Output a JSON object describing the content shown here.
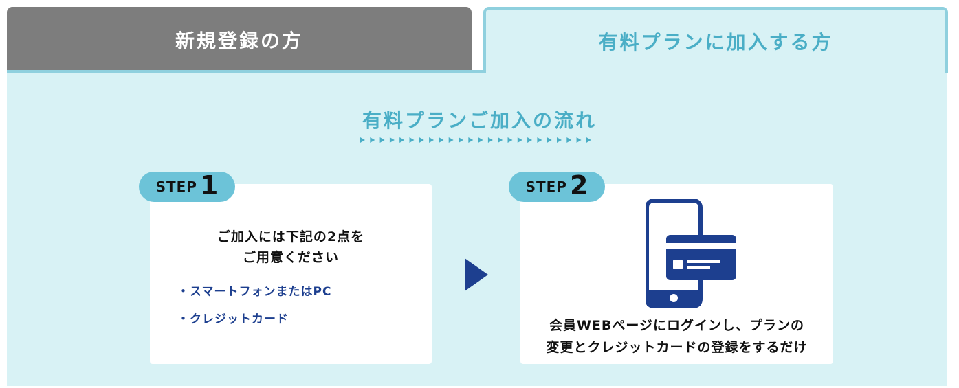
{
  "tabs": {
    "new_registration": "新規登録の方",
    "paid_plan": "有料プランに加入する方"
  },
  "flow": {
    "title": "有料プランご加入の流れ"
  },
  "steps": [
    {
      "word": "STEP",
      "number": "1",
      "lines": [
        "ご加入には下記の2点を",
        "ご用意ください"
      ],
      "items": [
        "・スマートフォンまたはPC",
        "・クレジットカード"
      ]
    },
    {
      "word": "STEP",
      "number": "2",
      "icon": "smartphone-credit-card-icon",
      "lines": [
        "会員WEBページにログインし、プランの",
        "変更とクレジットカードの登録をするだけ"
      ]
    }
  ],
  "colors": {
    "tab_inactive": "#7d7d7d",
    "panel_bg": "#d8f2f5",
    "accent": "#4aaec6",
    "badge": "#6cc3d8",
    "navy": "#1d3f8f"
  }
}
